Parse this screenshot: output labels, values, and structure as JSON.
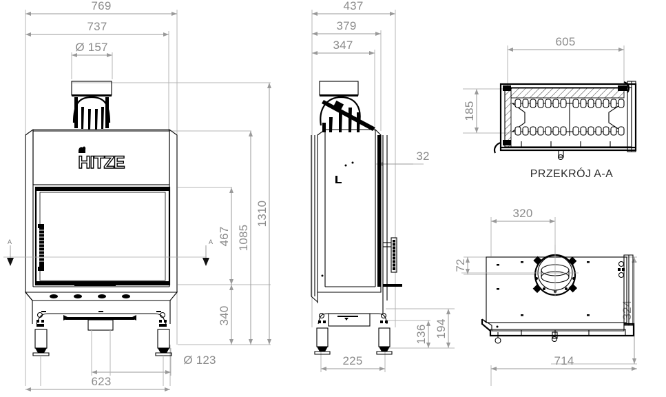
{
  "document": {
    "type": "technical-drawing",
    "brand": "HITZE",
    "section_label": "PRZEKRÓJ A-A",
    "section_marker_left": "A",
    "section_marker_right": "A",
    "units": "mm"
  },
  "front_view": {
    "name": "front-elevation",
    "dimensions": {
      "overall_width": "769",
      "body_width": "737",
      "flue_diameter": "Ø 157",
      "overall_height": "1310",
      "body_height": "1085",
      "glass_height": "467",
      "base_height": "340",
      "leg_spacing": "623",
      "air_inlet_diameter": "Ø 123"
    }
  },
  "side_view": {
    "name": "side-elevation",
    "dimensions": {
      "overall_depth": "437",
      "body_depth": "379",
      "inner_depth": "347",
      "frame_offset": "32",
      "foot_spacing": "225",
      "base_plate_height": "136",
      "base_total_height": "194"
    }
  },
  "section_view": {
    "name": "section-a-a",
    "title": "PRZEKRÓJ A-A",
    "dimensions": {
      "opening_width": "605",
      "opening_depth": "185"
    }
  },
  "plan_view": {
    "name": "top-plan-view",
    "dimensions": {
      "flue_offset_x": "320",
      "flue_offset_y": "72",
      "body_depth": "324",
      "overall_width": "714"
    }
  },
  "colors": {
    "outline": "#000000",
    "dimension": "#9a9a9a",
    "dimension_text": "#8b8b8b",
    "label_text": "#2b2b2b",
    "background": "#ffffff"
  }
}
